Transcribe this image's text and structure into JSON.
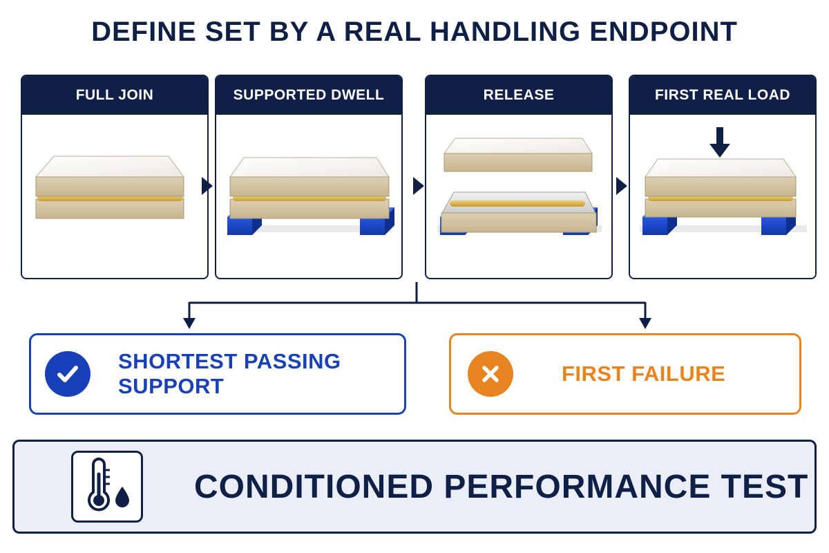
{
  "title": "DEFINE SET BY A REAL HANDLING ENDPOINT",
  "steps": [
    {
      "label": "FULL JOIN",
      "icon": "joined-boards-icon"
    },
    {
      "label": "SUPPORTED DWELL",
      "icon": "supported-boards-icon"
    },
    {
      "label": "RELEASE",
      "icon": "released-boards-icon"
    },
    {
      "label": "FIRST REAL LOAD",
      "icon": "loaded-boards-icon"
    }
  ],
  "outcomes": {
    "pass": {
      "label": "SHORTEST PASSING SUPPORT",
      "icon": "checkmark-icon",
      "color": "#1841b8"
    },
    "fail": {
      "label": "FIRST FAILURE",
      "icon": "cross-icon",
      "color": "#e8841f"
    }
  },
  "final_test": {
    "label": "CONDITIONED PERFORMANCE TEST",
    "icon": "thermometer-droplet-icon"
  },
  "colors": {
    "navy": "#0f1f45",
    "support_blue": "#1d4ed8",
    "board": "#d8c8a6",
    "adhesive": "#e0bc56"
  }
}
